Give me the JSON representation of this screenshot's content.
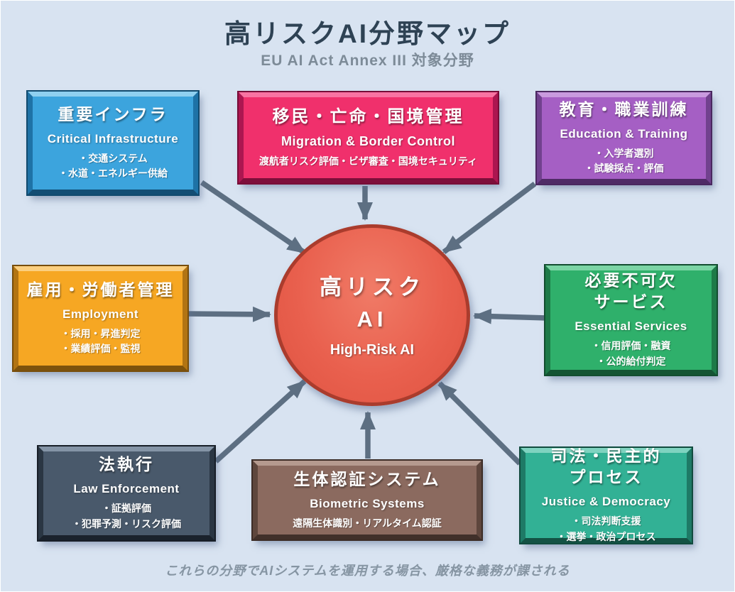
{
  "title": "高リスクAI分野マップ",
  "subtitle": "EU AI Act Annex III 対象分野",
  "footer": "これらの分野でAIシステムを運用する場合、厳格な義務が課される",
  "center": {
    "jp": "高リスク\nAI",
    "en": "High-Risk AI",
    "fill_color": "#e9604e",
    "rim_color": "#aa3c2d"
  },
  "arrow_color": "#5d6f82",
  "background_color": "#d8e3f1",
  "domains": [
    {
      "id": "critical-infrastructure",
      "title": "重要インフラ",
      "en": "Critical Infrastructure",
      "details": "・交通システム\n・水道・エネルギー供給",
      "color": "#3ca4dd",
      "position": "top-left"
    },
    {
      "id": "migration-border-control",
      "title": "移民・亡命・国境管理",
      "en": "Migration & Border Control",
      "details": "渡航者リスク評価・ビザ審査・国境セキュリティ",
      "color": "#f0306c",
      "position": "top-center"
    },
    {
      "id": "education-training",
      "title": "教育・職業訓練",
      "en": "Education & Training",
      "details": "・入学者選別\n・試験採点・評価",
      "color": "#a55fc4",
      "position": "top-right"
    },
    {
      "id": "employment",
      "title": "雇用・労働者管理",
      "en": "Employment",
      "details": "・採用・昇進判定\n・業績評価・監視",
      "color": "#f6a723",
      "position": "middle-left"
    },
    {
      "id": "essential-services",
      "title": "必要不可欠\nサービス",
      "en": "Essential Services",
      "details": "・信用評価・融資\n・公的給付判定",
      "color": "#2fb06b",
      "position": "middle-right"
    },
    {
      "id": "law-enforcement",
      "title": "法執行",
      "en": "Law Enforcement",
      "details": "・証拠評価\n・犯罪予測・リスク評価",
      "color": "#49596b",
      "position": "bottom-left"
    },
    {
      "id": "biometric-systems",
      "title": "生体認証システム",
      "en": "Biometric Systems",
      "details": "遠隔生体識別・リアルタイム認証",
      "color": "#8b6a5f",
      "position": "bottom-center"
    },
    {
      "id": "justice-democracy",
      "title": "司法・民主的\nプロセス",
      "en": "Justice & Democracy",
      "details": "・司法判断支援\n・選挙・政治プロセス",
      "color": "#32b195",
      "position": "bottom-right"
    }
  ]
}
